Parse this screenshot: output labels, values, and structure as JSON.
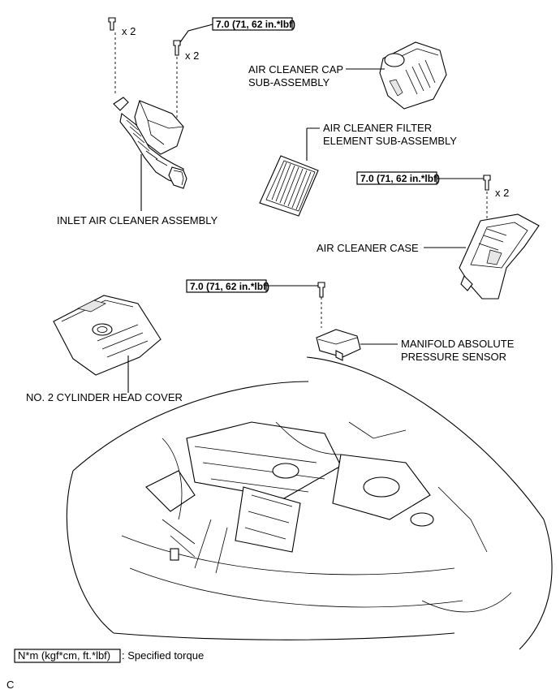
{
  "labels": {
    "air_cleaner_cap_1": "AIR CLEANER CAP",
    "air_cleaner_cap_2": "SUB-ASSEMBLY",
    "filter_element_1": "AIR CLEANER FILTER",
    "filter_element_2": "ELEMENT SUB-ASSEMBLY",
    "inlet_air_cleaner": "INLET AIR CLEANER ASSEMBLY",
    "air_cleaner_case": "AIR CLEANER CASE",
    "map_sensor_1": "MANIFOLD ABSOLUTE",
    "map_sensor_2": "PRESSURE SENSOR",
    "head_cover": "NO. 2 CYLINDER HEAD COVER"
  },
  "torque": {
    "inlet_bolt": "7.0 (71, 62 in.*lbf)",
    "case_bolt": "7.0 (71, 62 in.*lbf)",
    "sensor_bolt": "7.0 (71, 62 in.*lbf)"
  },
  "quantities": {
    "inlet_clip": "x 2",
    "inlet_bolt": "x 2",
    "case_bolt": "x 2"
  },
  "legend": {
    "box_text": "N*m (kgf*cm, ft.*lbf)",
    "description": ": Specified torque"
  },
  "figure_code": "C"
}
